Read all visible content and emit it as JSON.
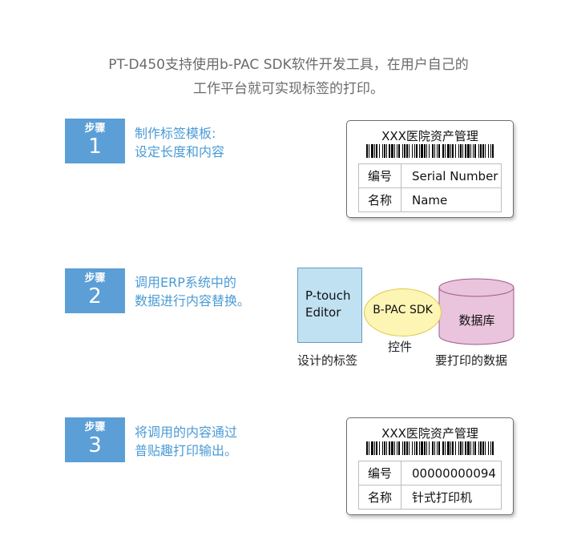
{
  "intro": {
    "line1": "PT-D450支持使用b-PAC SDK软件开发工具，在用户自己的",
    "line2": "工作平台就可实现标签的打印。"
  },
  "steps": [
    {
      "badge_label": "步骤",
      "number": "1",
      "line1": "制作标签模板:",
      "line2": "设定长度和内容"
    },
    {
      "badge_label": "步骤",
      "number": "2",
      "line1": "调用ERP系统中的",
      "line2": "数据进行内容替换。"
    },
    {
      "badge_label": "步骤",
      "number": "3",
      "line1": "将调用的内容通过",
      "line2": "普贴趣打印输出。"
    }
  ],
  "template_card": {
    "title": "XXX医院资产管理",
    "rows": [
      {
        "key": "编号",
        "value": "Serial Number"
      },
      {
        "key": "名称",
        "value": "Name"
      }
    ]
  },
  "output_card": {
    "title": "XXX医院资产管理",
    "rows": [
      {
        "key": "编号",
        "value": "00000000094"
      },
      {
        "key": "名称",
        "value": "针式打印机"
      }
    ]
  },
  "diagram": {
    "ptouch_line1": "P-touch",
    "ptouch_line2": "Editor",
    "sdk_label": "B-PAC SDK",
    "database_label": "数据库",
    "caption_designed_label": "设计的标签",
    "caption_control": "控件",
    "caption_print_data": "要打印的数据"
  },
  "colors": {
    "accent": "#5b9fd6",
    "step_text": "#4a9bd6",
    "ptouch_box": "#bfe1f1",
    "ellipse": "#fcf5b4",
    "database": "#e9c4dc"
  },
  "icons": [
    "barcode-icon",
    "database-icon"
  ]
}
